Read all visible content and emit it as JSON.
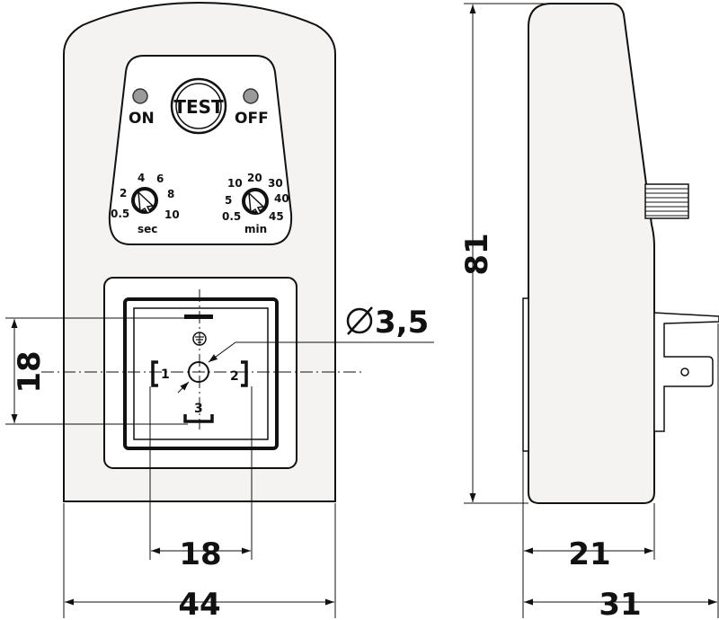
{
  "front_view": {
    "indicators": {
      "on_label": "ON",
      "off_label": "OFF"
    },
    "test_button_label": "TEST",
    "dial_seconds": {
      "unit_label": "sec",
      "numbers": [
        "0.5",
        "2",
        "4",
        "6",
        "8",
        "10"
      ]
    },
    "dial_minutes": {
      "unit_label": "min",
      "numbers": [
        "0.5",
        "5",
        "10",
        "20",
        "30",
        "40",
        "45"
      ]
    },
    "connector": {
      "pin_1": "1",
      "pin_2": "2",
      "pin_3": "3"
    }
  },
  "dimensions": {
    "hole_diameter": "3,5",
    "height_pin_spacing": "18",
    "width_pin_spacing": "18",
    "total_width": "44",
    "total_height": "81",
    "depth_body": "21",
    "depth_total": "31"
  }
}
